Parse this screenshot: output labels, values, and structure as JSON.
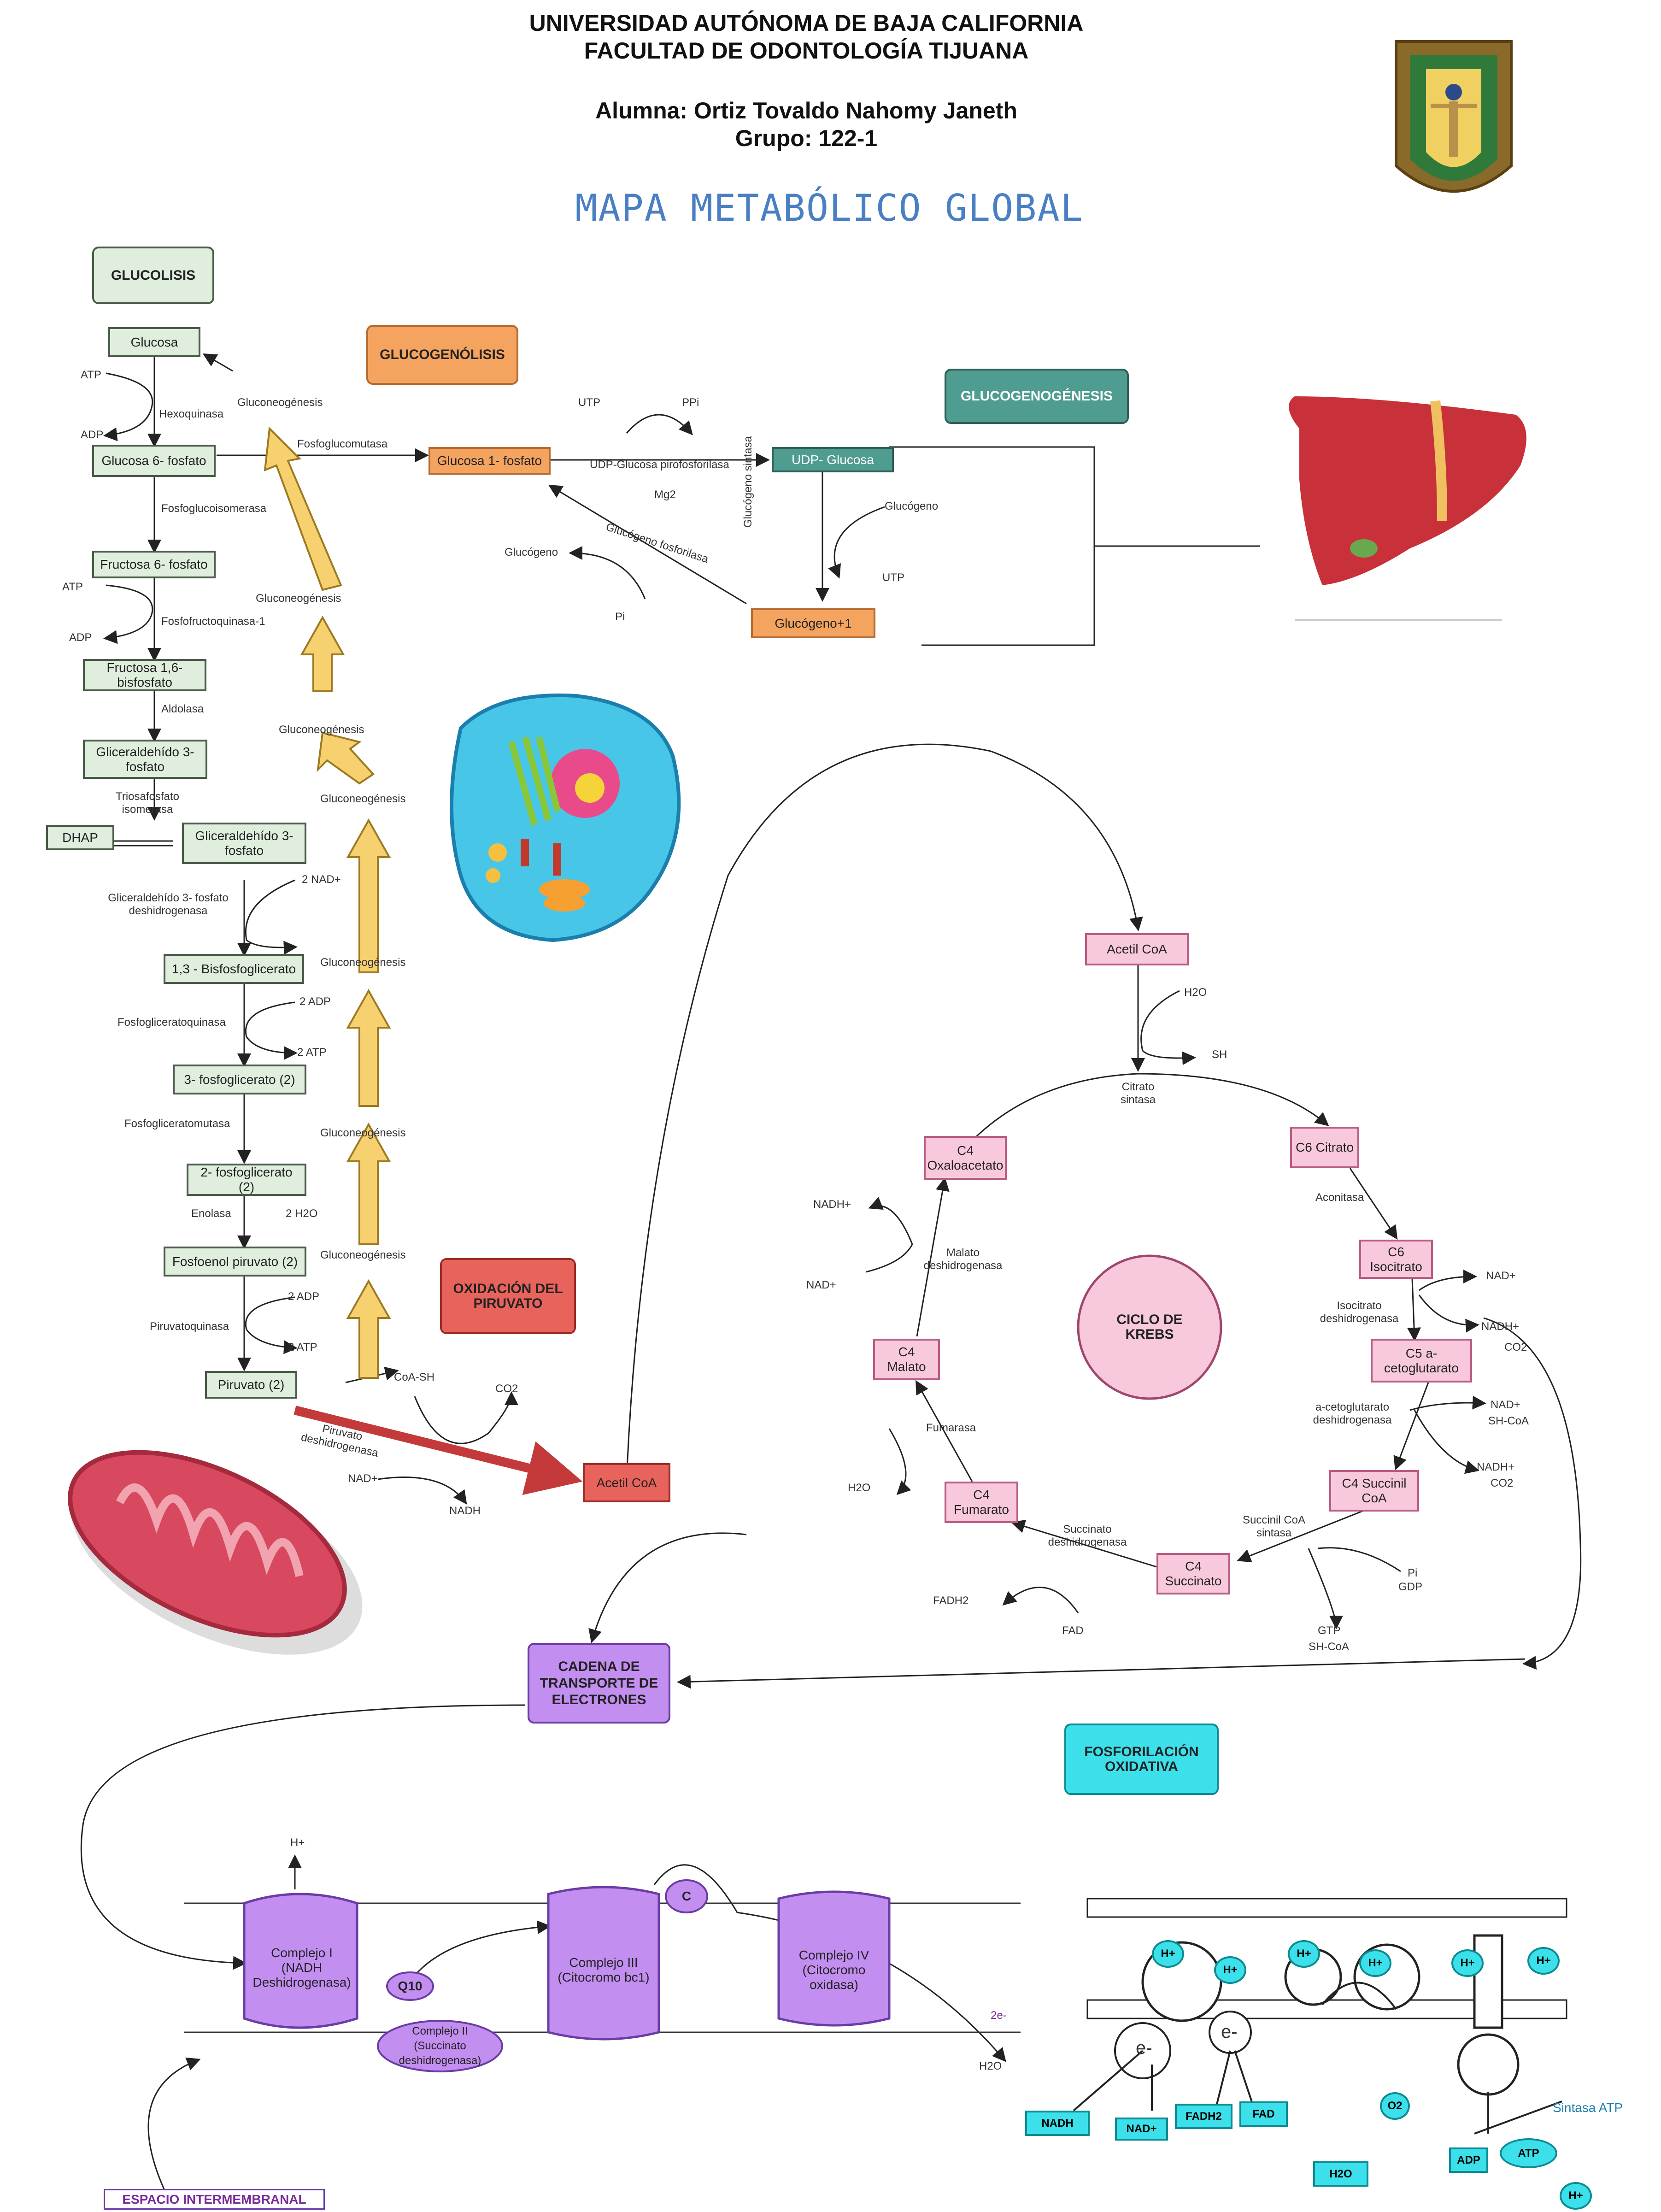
{
  "header": {
    "university": "UNIVERSIDAD AUTÓNOMA DE BAJA CALIFORNIA",
    "faculty": "FACULTAD DE ODONTOLOGÍA TIJUANA",
    "student": "Alumna: Ortiz Tovaldo Nahomy Janeth",
    "group": "Grupo: 122-1",
    "title": "MAPA METABÓLICO GLOBAL"
  },
  "glycolysis": {
    "heading": "GLUCOLISIS",
    "glucosa": "Glucosa",
    "glucosa6": "Glucosa 6- fosfato",
    "fructosa6": "Fructosa 6- fosfato",
    "fructosa16": "Fructosa 1,6-bisfosfato",
    "gliceraldehido": "Gliceraldehído 3-fosfato",
    "dhap": "DHAP",
    "gliceraldehido2": "Gliceraldehído 3-fosfato",
    "bisfosfoglicerato": "1,3 - Bisfosfoglicerato",
    "fosfoglicerato3": "3- fosfoglicerato (2)",
    "fosfoglicerato2": "2- fosfoglicerato (2)",
    "fosfoenol": "Fosfoenol piruvato (2)",
    "piruvato": "Piruvato (2)",
    "atp1": "ATP",
    "adp1": "ADP",
    "hexoquinasa": "Hexoquinasa",
    "isomerasa": "Fosfoglucoisomerasa",
    "atp2": "ATP",
    "adp2": "ADP",
    "pfk": "Fosfofructoquinasa-1",
    "aldolasa": "Aldolasa",
    "triosa": "Triosafosfato isomerasa",
    "deshidrogenasa": "Gliceraldehído 3- fosfato deshidrogenasa",
    "nad2": "2 NAD+",
    "fosfogliceratoquinasa": "Fosfogliceratoquinasa",
    "adp3": "2 ADP",
    "atp3": "2 ATP",
    "mutasa": "Fosfogliceratomutasa",
    "enolasa": "Enolasa",
    "h2o": "2 H2O",
    "piruvatoquinasa": "Piruvatoquinasa",
    "adp4": "2 ADP",
    "atp4": "2 ATP"
  },
  "gluconeogenesis_labels": [
    "Gluconeogénesis",
    "Gluconeogénesis",
    "Gluconeogénesis",
    "Gluconeogénesis",
    "Gluconeogénesis",
    "Gluconeogénesis",
    "Gluconeogénesis"
  ],
  "glycogenolysis": {
    "heading": "GLUCOGENÓLISIS",
    "fosfoglucomutasa": "Fosfoglucomutasa",
    "glucosa1": "Glucosa 1- fosfato",
    "utp": "UTP",
    "ppi": "PPi",
    "pirofosforilasa": "UDP-Glucosa pirofosforilasa",
    "mg": "Mg2",
    "udp": "UDP- Glucosa",
    "glucogeno": "Glucógeno",
    "glucogeno_b": "Glucógeno",
    "pi": "Pi",
    "fosforilasa": "Glucógeno fosforilasa",
    "sintasa": "Glucógeno sintasa",
    "udp_out": "UTP",
    "glucogeno_n1": "Glucógeno+1"
  },
  "glycogenesis": {
    "heading": "GLUCOGENOGÉNESIS"
  },
  "pyruvate_oxidation": {
    "heading": "OXIDACIÓN DEL PIRUVATO",
    "coa": "CoA-SH",
    "co2": "CO2",
    "enzyme": "Piruvato deshidrogenasa",
    "nad": "NAD+",
    "nadh": "NADH",
    "acetyl": "Acetil CoA"
  },
  "krebs": {
    "center": "CICLO DE KREBS",
    "acetyl": "Acetil CoA",
    "h2o_in": "H2O",
    "sh": "SH",
    "citrato_sintasa": "Citrato sintasa",
    "oxaloacetato": "C4 Oxaloacetato",
    "citrato": "C6 Citrato",
    "aconitasa": "Aconitasa",
    "isocitrato": "C6 Isocitrato",
    "isocitrato_dh": "Isocitrato deshidrogenasa",
    "nad1": "NAD+",
    "nadh1": "NADH+",
    "co2_1": "CO2",
    "cetoglutarato": "C5 a-cetoglutarato",
    "cetoglutarato_dh": "a-cetoglutarato deshidrogenasa",
    "nad2": "NAD+",
    "coa2": "SH-CoA",
    "nadh2": "NADH+",
    "co2_2": "CO2",
    "succinil": "C4 Succinil CoA",
    "succinil_sintasa": "Succinil CoA sintasa",
    "pi": "Pi",
    "gdp": "GDP",
    "gtp": "GTP",
    "coa3": "SH-CoA",
    "succinato": "C4 Succinato",
    "succinato_dh": "Succinato deshidrogenasa",
    "fad": "FAD",
    "fadh": "FADH2",
    "fumarato": "C4 Fumarato",
    "fumarasa": "Fumarasa",
    "h2o_2": "H2O",
    "malato": "C4 Malato",
    "malato_dh": "Malato deshidrogenasa",
    "nad3": "NAD+",
    "nadh3": "NADH+"
  },
  "etc": {
    "heading": "CADENA DE TRANSPORTE DE ELECTRONES",
    "fosforilacion": "FOSFORILACIÓN OXIDATIVA",
    "h": "H+",
    "complejo1": "Complejo I (NADH Deshidrogenasa)",
    "q10": "Q10",
    "complejo2": "Complejo II (Succinato deshidrogenasa)",
    "complejo3": "Complejo III (Citocromo bc1)",
    "c": "C",
    "complejo4": "Complejo IV (Citocromo oxidasa)",
    "o2": "2e-",
    "h2o": "H2O",
    "espacio": "ESPACIO INTERMEMBRANAL"
  },
  "atp_synthase": {
    "h_ions": [
      "H+",
      "H+",
      "H+",
      "H+",
      "H+",
      "H+"
    ],
    "e1": "e-",
    "e2": "e-",
    "nadh": "NADH",
    "nad": "NAD+",
    "fadh": "FADH2",
    "fad": "FAD",
    "o2": "O2",
    "h2o": "H2O",
    "adp": "ADP",
    "atp": "ATP",
    "sintasa": "Sintasa ATP",
    "h_bottom": "H+"
  },
  "colors": {
    "green": "#dfeedd",
    "orange": "#f5a460",
    "teal": "#4f9c90",
    "pink": "#f8c8dc",
    "red": "#e8635c",
    "purple": "#c28ef0",
    "cyan": "#3ce0ea",
    "title_blue": "#4a7fc4",
    "arrow_yellow": "#f7d070"
  }
}
